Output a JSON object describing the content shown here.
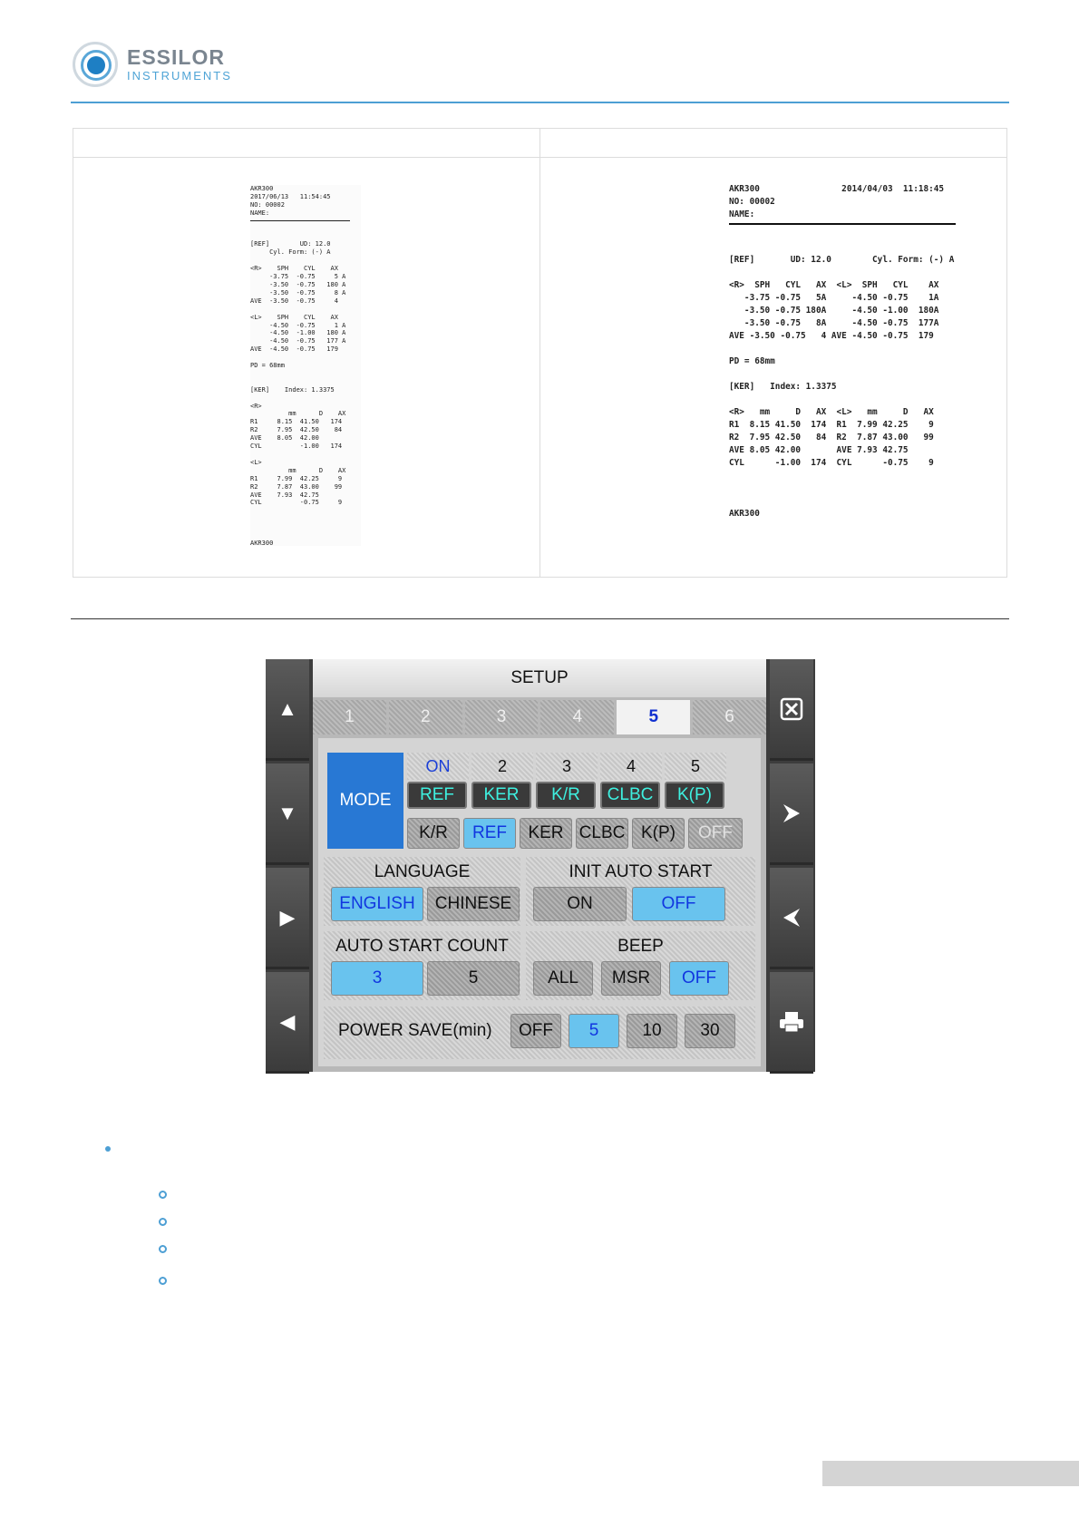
{
  "logo": {
    "line1": "ESSILOR",
    "line2": "INSTRUMENTS"
  },
  "receipt_small": [
    "AKR300",
    "2017/06/13   11:54:45",
    "NO: 00002",
    "NAME:",
    "",
    "",
    "[REF]        UD: 12.0",
    "     Cyl. Form: (-) A",
    "",
    "<R>    SPH    CYL    AX",
    "     -3.75  -0.75     5 A",
    "     -3.50  -0.75   180 A",
    "     -3.50  -0.75     8 A",
    "AVE  -3.50  -0.75     4",
    "",
    "<L>    SPH    CYL    AX",
    "     -4.50  -0.75     1 A",
    "     -4.50  -1.00   180 A",
    "     -4.50  -0.75   177 A",
    "AVE  -4.50  -0.75   179",
    "",
    "PD = 68mm",
    "",
    "",
    "[KER]    Index: 1.3375",
    "",
    "<R>",
    "          mm      D    AX",
    "R1     8.15  41.50   174",
    "R2     7.95  42.50    84",
    "AVE    8.05  42.00",
    "CYL          -1.00   174",
    "",
    "<L>",
    "          mm      D    AX",
    "R1     7.99  42.25     9",
    "R2     7.87  43.00    99",
    "AVE    7.93  42.75",
    "CYL          -0.75     9",
    "",
    "",
    "",
    "",
    "AKR300"
  ],
  "receipt_large": [
    "AKR300                2014/04/03  11:18:45",
    "NO: 00002",
    "NAME:",
    "",
    "",
    "[REF]       UD: 12.0        Cyl. Form: (-) A",
    "",
    "<R>  SPH   CYL   AX  <L>  SPH   CYL    AX",
    "   -3.75 -0.75   5A     -4.50 -0.75    1A",
    "   -3.50 -0.75 180A     -4.50 -1.00  180A",
    "   -3.50 -0.75   8A     -4.50 -0.75  177A",
    "AVE -3.50 -0.75   4 AVE -4.50 -0.75  179",
    "",
    "PD = 68mm",
    "",
    "[KER]   Index: 1.3375",
    "",
    "<R>   mm     D   AX  <L>   mm     D   AX",
    "R1  8.15 41.50  174  R1  7.99 42.25    9",
    "R2  7.95 42.50   84  R2  7.87 43.00   99",
    "AVE 8.05 42.00       AVE 7.93 42.75",
    "CYL      -1.00  174  CYL      -0.75    9",
    "",
    "",
    "",
    "AKR300"
  ],
  "setup": {
    "title": "SETUP",
    "tabs": [
      "1",
      "2",
      "3",
      "4",
      "5",
      "6"
    ],
    "mode_label": "MODE",
    "mode_headers": [
      "ON",
      "2",
      "3",
      "4",
      "5"
    ],
    "mode_top": [
      "REF",
      "KER",
      "K/R",
      "CLBC",
      "K(P)"
    ],
    "mode_bottom": [
      "K/R",
      "REF",
      "KER",
      "CLBC",
      "K(P)",
      "OFF"
    ],
    "language": {
      "label": "LANGUAGE",
      "opt1": "ENGLISH",
      "opt2": "CHINESE"
    },
    "init_auto_start": {
      "label": "INIT AUTO START",
      "opt1": "ON",
      "opt2": "OFF"
    },
    "auto_start_count": {
      "label": "AUTO START COUNT",
      "opt1": "3",
      "opt2": "5"
    },
    "beep": {
      "label": "BEEP",
      "opt1": "ALL",
      "opt2": "MSR",
      "opt3": "OFF"
    },
    "power_save": {
      "label": "POWER SAVE(min)",
      "opts": [
        "OFF",
        "5",
        "10",
        "30"
      ]
    },
    "side_icons": {
      "left": [
        "triangle-up",
        "triangle-down",
        "triangle-right",
        "triangle-left"
      ],
      "right": [
        "close",
        "arrow-right",
        "arrow-left",
        "printer"
      ]
    }
  }
}
